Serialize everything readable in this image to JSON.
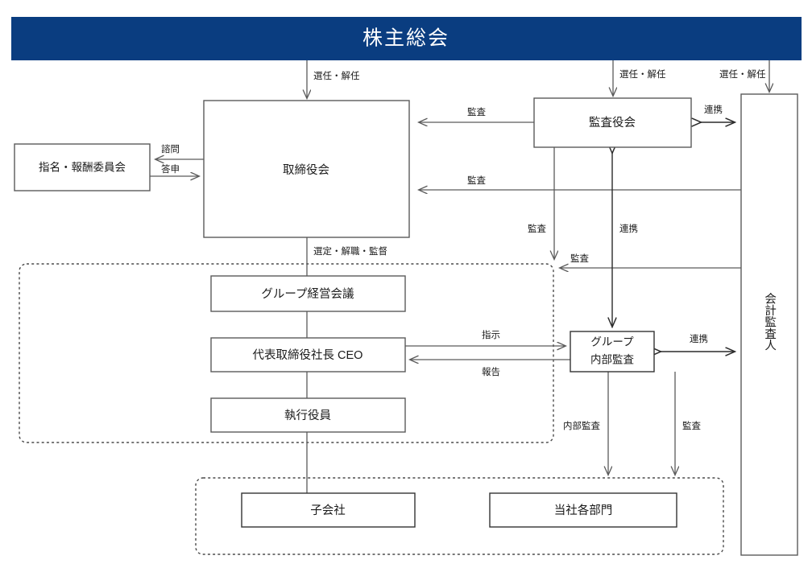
{
  "diagram": {
    "title": "株主総会",
    "header": {
      "label": "株主総会",
      "bg": "#0a3d80",
      "fg": "#ffffff"
    },
    "nodes": {
      "shareholders_meeting": "株主総会",
      "board_of_directors": "取締役会",
      "nomination_compensation_committee": "指名・報酬委員会",
      "audit_and_supervisory_board": "監査役会",
      "accounting_auditor": "会計監査人",
      "group_management_meeting": "グループ経営会議",
      "ceo": "代表取締役社長 CEO",
      "executive_officers": "執行役員",
      "group_internal_audit_line1": "グループ",
      "group_internal_audit_line2": "内部監査",
      "subsidiaries": "子会社",
      "company_divisions": "当社各部門"
    },
    "edge_labels": {
      "appoint_dismiss_board": "選任・解任",
      "appoint_dismiss_audit_board": "選任・解任",
      "appoint_dismiss_accounting_auditor": "選任・解任",
      "consult": "諮問",
      "report_back": "答申",
      "audit_board_to_bod": "監査",
      "accounting_auditor_to_bod": "監査",
      "cooperation_audit_accounting": "連携",
      "select_dismiss_supervise": "選定・解職・監督",
      "audit_to_exec_group": "監査",
      "cooperation_audit_internal": "連携",
      "audit_accounting_to_exec": "監査",
      "instruction": "指示",
      "report": "報告",
      "cooperation_internal_accounting": "連携",
      "internal_audit": "内部監査",
      "audit_to_divisions": "監査"
    },
    "colors": {
      "header_blue": "#0a3d80",
      "box_stroke": "#5a5a5a",
      "dashed_stroke": "#4a4a4a",
      "line": "#5a5a5a",
      "text": "#1a1a1a"
    }
  }
}
